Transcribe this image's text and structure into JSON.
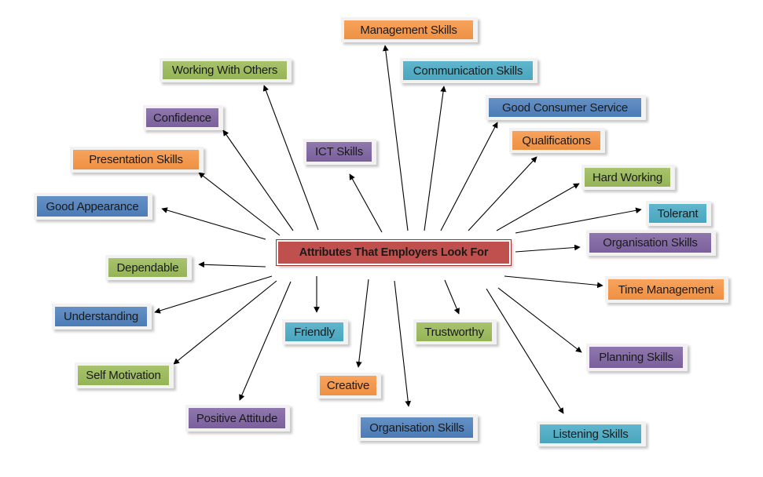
{
  "colors": {
    "orange": "#f79646",
    "teal": "#4bacc6",
    "blue": "#4f81bd",
    "purple": "#8064a2",
    "green": "#9bbb59",
    "red": "#c0504d",
    "frame": "#f2f2f2",
    "arrow": "#000000"
  },
  "center": {
    "label": "Attributes That Employers Look For",
    "color": "red"
  },
  "nodes": [
    {
      "id": "management-skills",
      "label": "Management Skills",
      "color": "orange"
    },
    {
      "id": "working-with-others",
      "label": "Working With Others",
      "color": "green"
    },
    {
      "id": "communication-skills",
      "label": "Communication Skills",
      "color": "teal"
    },
    {
      "id": "good-consumer-service",
      "label": "Good Consumer Service",
      "color": "blue"
    },
    {
      "id": "confidence",
      "label": "Confidence",
      "color": "purple"
    },
    {
      "id": "ict-skills",
      "label": "ICT Skills",
      "color": "purple"
    },
    {
      "id": "qualifications",
      "label": "Qualifications",
      "color": "orange"
    },
    {
      "id": "presentation-skills",
      "label": "Presentation Skills",
      "color": "orange"
    },
    {
      "id": "hard-working",
      "label": "Hard Working",
      "color": "green"
    },
    {
      "id": "good-appearance",
      "label": "Good Appearance",
      "color": "blue"
    },
    {
      "id": "tolerant",
      "label": "Tolerant",
      "color": "teal"
    },
    {
      "id": "organisation-skills-right",
      "label": "Organisation Skills",
      "color": "purple"
    },
    {
      "id": "dependable",
      "label": "Dependable",
      "color": "green"
    },
    {
      "id": "time-management",
      "label": "Time Management",
      "color": "orange"
    },
    {
      "id": "understanding",
      "label": "Understanding",
      "color": "blue"
    },
    {
      "id": "friendly",
      "label": "Friendly",
      "color": "teal"
    },
    {
      "id": "trustworthy",
      "label": "Trustworthy",
      "color": "green"
    },
    {
      "id": "planning-skills",
      "label": "Planning Skills",
      "color": "purple"
    },
    {
      "id": "self-motivation",
      "label": "Self Motivation",
      "color": "green"
    },
    {
      "id": "creative",
      "label": "Creative",
      "color": "orange"
    },
    {
      "id": "positive-attitude",
      "label": "Positive Attitude",
      "color": "purple"
    },
    {
      "id": "organisation-skills-bottom",
      "label": "Organisation Skills",
      "color": "blue"
    },
    {
      "id": "listening-skills",
      "label": "Listening Skills",
      "color": "teal"
    }
  ]
}
